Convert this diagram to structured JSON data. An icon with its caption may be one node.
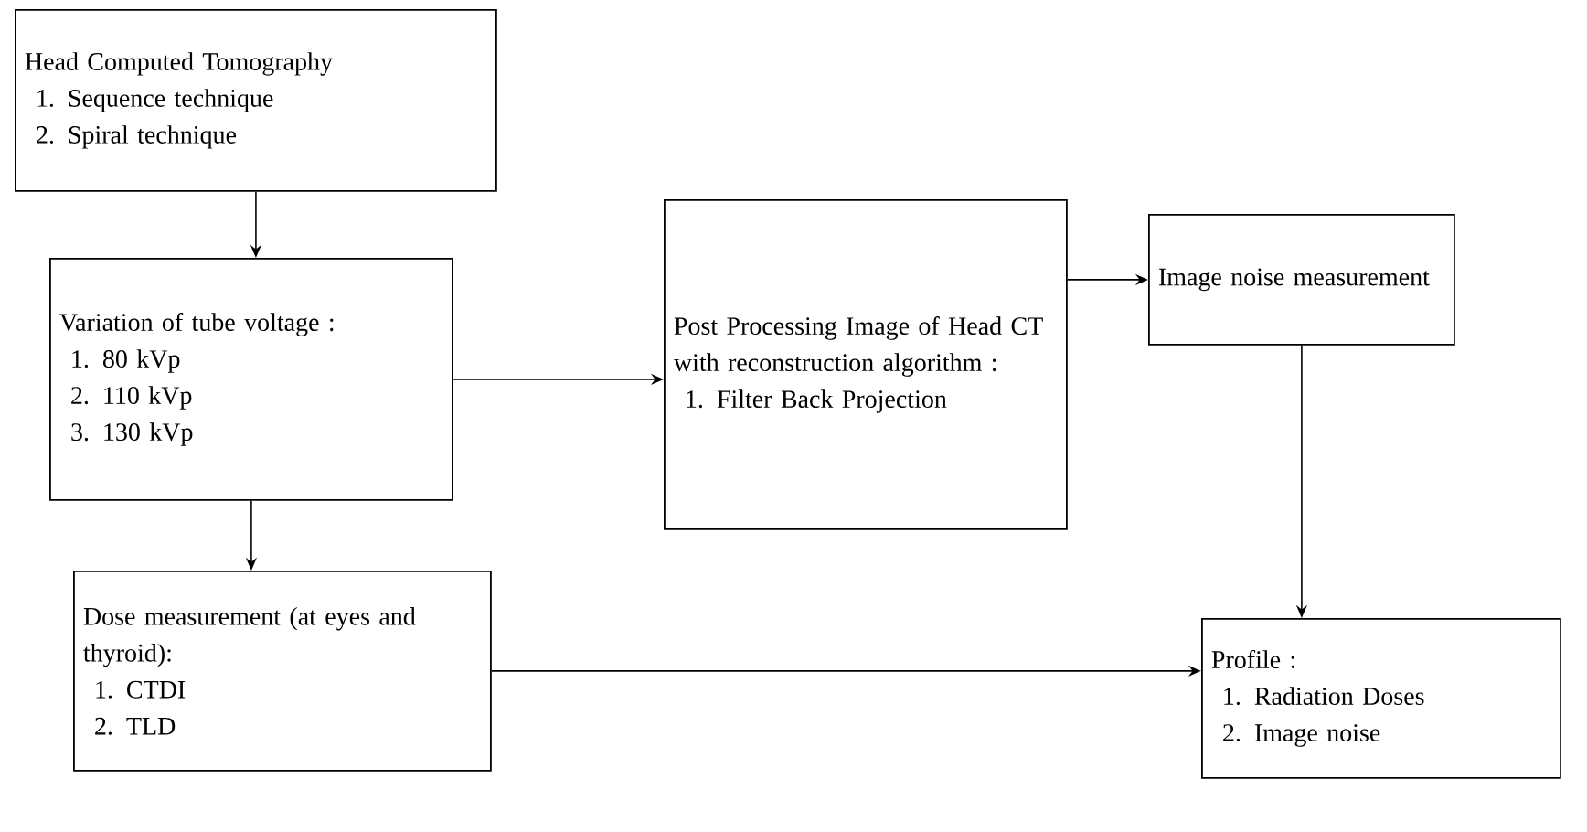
{
  "diagram": {
    "nodes": [
      {
        "text": [
          "Head Computed Tomography",
          "1. Sequence technique",
          "2. Spiral technique"
        ]
      },
      {
        "text": [
          "Variation of tube voltage :",
          "1. 80 kVp",
          "2. 110 kVp",
          "3. 130 kVp"
        ]
      },
      {
        "text": [
          "Post Processing Image of Head CT with reconstruction algorithm :",
          "1. Filter Back Projection"
        ]
      },
      {
        "text": [
          "Image noise measurement"
        ]
      },
      {
        "text": [
          "Dose measurement (at eyes and thyroid):",
          "1. CTDI",
          "2. TLD"
        ]
      },
      {
        "text": [
          "Profile :",
          "1. Radiation Doses",
          "2. Image noise"
        ]
      }
    ],
    "edges": [
      {
        "from": 0,
        "to": 1,
        "arrow": "to"
      },
      {
        "from": 1,
        "to": 2,
        "arrow": "to"
      },
      {
        "from": 2,
        "to": 3,
        "arrow": "to"
      },
      {
        "from": 1,
        "to": 4,
        "arrow": "to"
      },
      {
        "from": 3,
        "to": 5,
        "arrow": "to"
      },
      {
        "from": 4,
        "to": 5,
        "arrow": "to"
      }
    ]
  }
}
